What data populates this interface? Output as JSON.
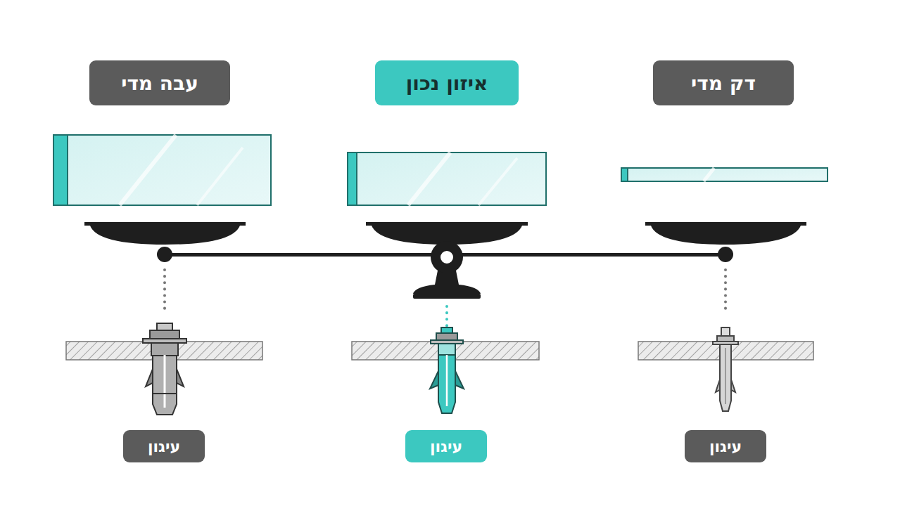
{
  "diagram": {
    "nodes": [
      {
        "text": [
          "עבה מדי"
        ]
      },
      {
        "text": [
          "איזון נכון"
        ]
      },
      {
        "text": [
          "דק מדי"
        ]
      },
      {
        "text": [
          "עיגון"
        ]
      },
      {
        "text": [
          "עיגון"
        ]
      },
      {
        "text": [
          "עיגון"
        ]
      }
    ]
  }
}
